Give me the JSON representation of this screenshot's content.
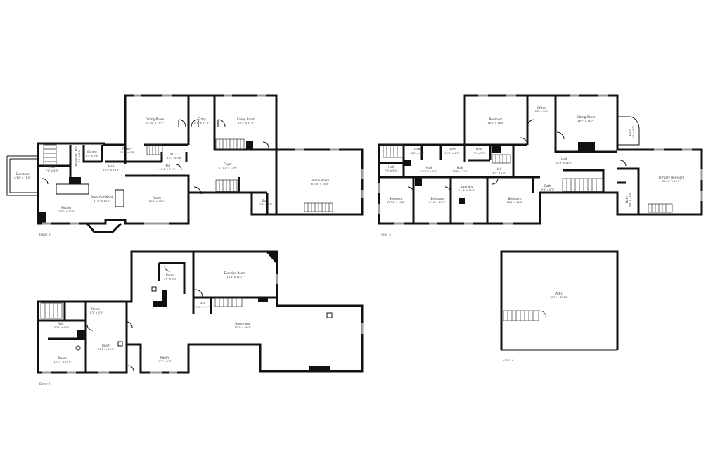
{
  "floors": [
    {
      "id": "floor2",
      "label": "Floor 2",
      "rooms": [
        {
          "name": "Dining Room",
          "dims": "15'10\" x 15'5\""
        },
        {
          "name": "Entry",
          "dims": "8'9\" x 17'6\""
        },
        {
          "name": "Living Room",
          "dims": "14'3\" x 17'3\""
        },
        {
          "name": "Pantry",
          "dims": "13'4\" x 5'8\""
        },
        {
          "name": "Pantry",
          "dims": "6'1\" x 5'8\""
        },
        {
          "name": "W.I.C.",
          "dims": "10'1\" x 5'8\""
        },
        {
          "name": "Hall",
          "dims": "16'0\" x 5'10\""
        },
        {
          "name": "Hall",
          "dims": "17'4\" x 5'10\""
        },
        {
          "name": "Foyer",
          "dims": "17'11\" x 13'9\""
        },
        {
          "name": "Family Room",
          "dims": "30'10\" x 20'5\""
        },
        {
          "name": "Breakfast Nook",
          "dims": "11'8\" x 13'6\""
        },
        {
          "name": "Room",
          "dims": "18'5\" x 16'1\""
        },
        {
          "name": "Sunroom",
          "dims": "8'10\" x 11'5\""
        },
        {
          "name": "Hall",
          "dims": "7'8\" x 4'9\""
        },
        {
          "name": "Kitchen",
          "dims": "23'4\" x 12'5\""
        },
        {
          "name": "Bath",
          "dims": "7'3\" x 8'5\""
        },
        {
          "name": "Breakfast Hall",
          "dims": "6'1\" x 8'3\""
        }
      ]
    },
    {
      "id": "floor3",
      "label": "Floor 3",
      "rooms": [
        {
          "name": "Bedroom",
          "dims": "18'0\" x 16'0\""
        },
        {
          "name": "Office",
          "dims": "8'0\" x 9'0\""
        },
        {
          "name": "Sitting Room",
          "dims": "16'7\" x 15'7\""
        },
        {
          "name": "Bath",
          "dims": "8'3\" x 6'0\""
        },
        {
          "name": "Bath",
          "dims": "12'5\" x 6'0\""
        },
        {
          "name": "Hall",
          "dims": "7'8\" x 5'0\""
        },
        {
          "name": "Hall",
          "dims": "28'9\" x 16'9\""
        },
        {
          "name": "Hall",
          "dims": "7'8\" x 5'0\""
        },
        {
          "name": "Hall",
          "dims": "14'11\" x 3'6\""
        },
        {
          "name": "Hall",
          "dims": "10'6\" x 7'0\""
        },
        {
          "name": "Hall",
          "dims": "18'9\" x 7'0\""
        },
        {
          "name": "Bedroom",
          "dims": "15'11\" x 14'8\""
        },
        {
          "name": "Bedroom",
          "dims": "8'10\" x 14'6\""
        },
        {
          "name": "Laundry",
          "dims": "11'8\" x 14'6\""
        },
        {
          "name": "Bedroom",
          "dims": "13'8\" x 14'0\""
        },
        {
          "name": "Bath",
          "dims": "9'4\" x 6'7\""
        },
        {
          "name": "Primary Bedroom",
          "dims": "26'10\" x 20'3\""
        },
        {
          "name": "Bath",
          "dims": "5'0\" x 9'0\""
        },
        {
          "name": "Bath",
          "dims": "8'6\" x 12'5\""
        }
      ]
    },
    {
      "id": "floor1",
      "label": "Floor 1",
      "rooms": [
        {
          "name": "Room",
          "dims": "7'4\" x 9'0\""
        },
        {
          "name": "Exercise Room",
          "dims": "18'8\" x 11'7\""
        },
        {
          "name": "Hall",
          "dims": "7'1\" x 9'2\""
        },
        {
          "name": "Basement",
          "dims": "70'2\" x 36'7\""
        },
        {
          "name": "Room",
          "dims": "19'2\" x 5'6\""
        },
        {
          "name": "Hall",
          "dims": "13'11\" x 4'0\""
        },
        {
          "name": "Room",
          "dims": "12'8\" x 10'6\""
        },
        {
          "name": "Room",
          "dims": "13'11\" x 14'9\""
        },
        {
          "name": "Room",
          "dims": "15'5\" x 9'5\""
        }
      ]
    },
    {
      "id": "floor4",
      "label": "Floor 4",
      "rooms": [
        {
          "name": "Attic",
          "dims": "38'8\" x 38'10\""
        }
      ]
    }
  ]
}
